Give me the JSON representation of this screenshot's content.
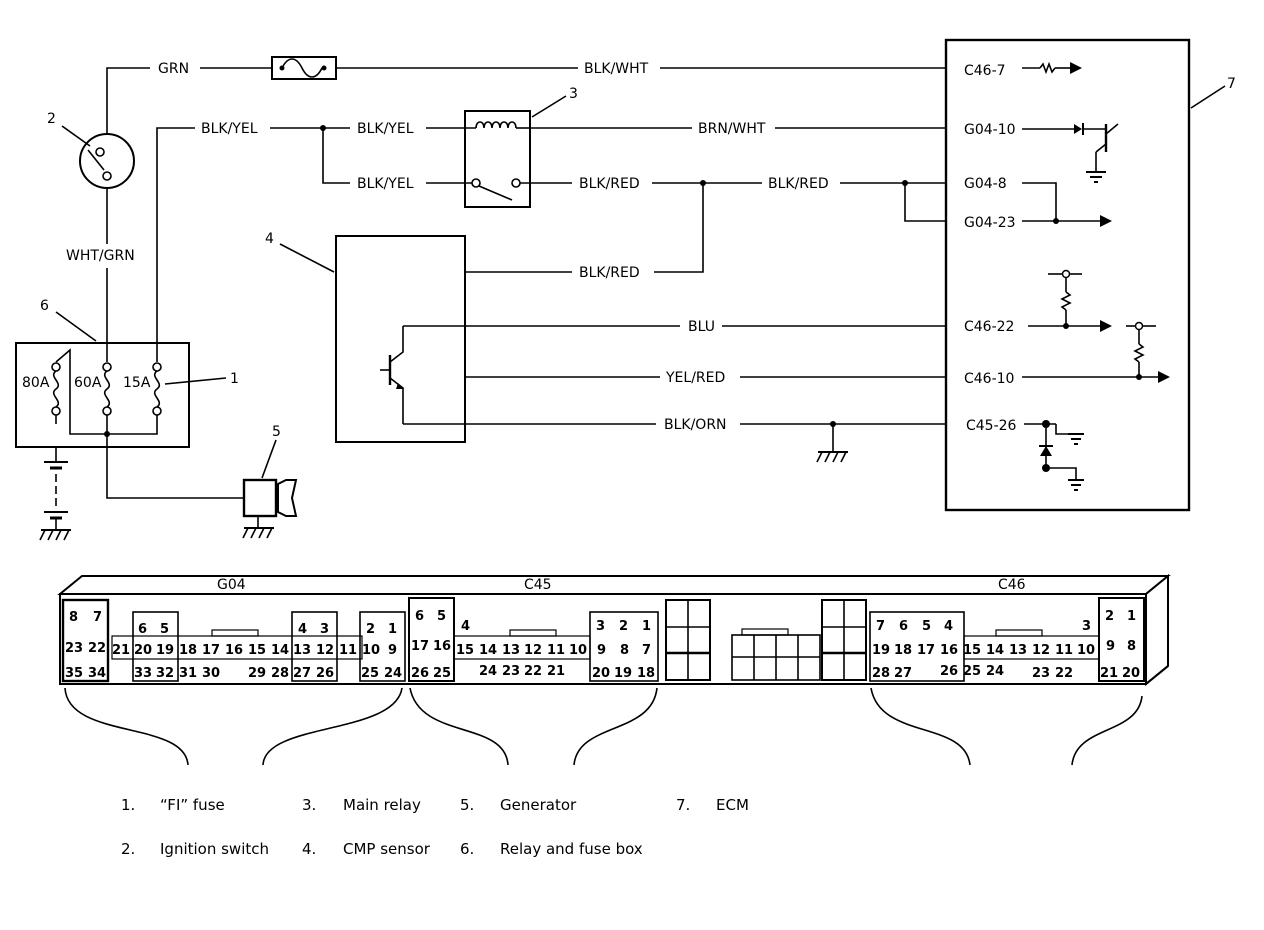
{
  "wires": {
    "grn": "GRN",
    "blk_wht": "BLK/WHT",
    "blk_yel_1": "BLK/YEL",
    "blk_yel_2": "BLK/YEL",
    "blk_yel_3": "BLK/YEL",
    "brn_wht": "BRN/WHT",
    "blk_red_1": "BLK/RED",
    "blk_red_2": "BLK/RED",
    "blk_red_3": "BLK/RED",
    "wht_grn": "WHT/GRN",
    "blu": "BLU",
    "yel_red": "YEL/RED",
    "blk_orn": "BLK/ORN"
  },
  "terminals": [
    "C46-7",
    "G04-10",
    "G04-8",
    "G04-23",
    "C46-22",
    "C46-10",
    "C45-26"
  ],
  "callouts": [
    "1",
    "2",
    "3",
    "4",
    "5",
    "6",
    "7"
  ],
  "fuses": [
    "80A",
    "60A",
    "15A"
  ],
  "connectors": {
    "g04": {
      "name": "G04",
      "row1": [
        "8",
        "7",
        "6",
        "5",
        "4",
        "3",
        "2",
        "1"
      ],
      "row2": [
        "23",
        "22",
        "21",
        "20",
        "19",
        "18",
        "17",
        "16",
        "15",
        "14",
        "13",
        "12",
        "11",
        "10",
        "9"
      ],
      "row3": [
        "35",
        "34",
        "33",
        "32",
        "31",
        "30",
        "29",
        "28",
        "27",
        "26",
        "25",
        "24"
      ]
    },
    "c45": {
      "name": "C45",
      "row1": [
        "6",
        "5",
        "4",
        "3",
        "2",
        "1"
      ],
      "row2": [
        "17",
        "16",
        "15",
        "14",
        "13",
        "12",
        "11",
        "10",
        "9",
        "8",
        "7"
      ],
      "row3": [
        "26",
        "25",
        "24",
        "23",
        "22",
        "21",
        "20",
        "19",
        "18"
      ]
    },
    "c46": {
      "name": "C46",
      "row1": [
        "7",
        "6",
        "5",
        "4",
        "3",
        "2",
        "1"
      ],
      "row2": [
        "19",
        "18",
        "17",
        "16",
        "15",
        "14",
        "13",
        "12",
        "11",
        "10",
        "9",
        "8"
      ],
      "row3": [
        "28",
        "27",
        "26",
        "25",
        "24",
        "23",
        "22",
        "21",
        "20"
      ]
    }
  },
  "legend": [
    {
      "num": "1.",
      "text": "“FI” fuse"
    },
    {
      "num": "2.",
      "text": "Ignition switch"
    },
    {
      "num": "3.",
      "text": "Main relay"
    },
    {
      "num": "4.",
      "text": "CMP sensor"
    },
    {
      "num": "5.",
      "text": "Generator"
    },
    {
      "num": "6.",
      "text": "Relay and fuse box"
    },
    {
      "num": "7.",
      "text": "ECM"
    }
  ]
}
